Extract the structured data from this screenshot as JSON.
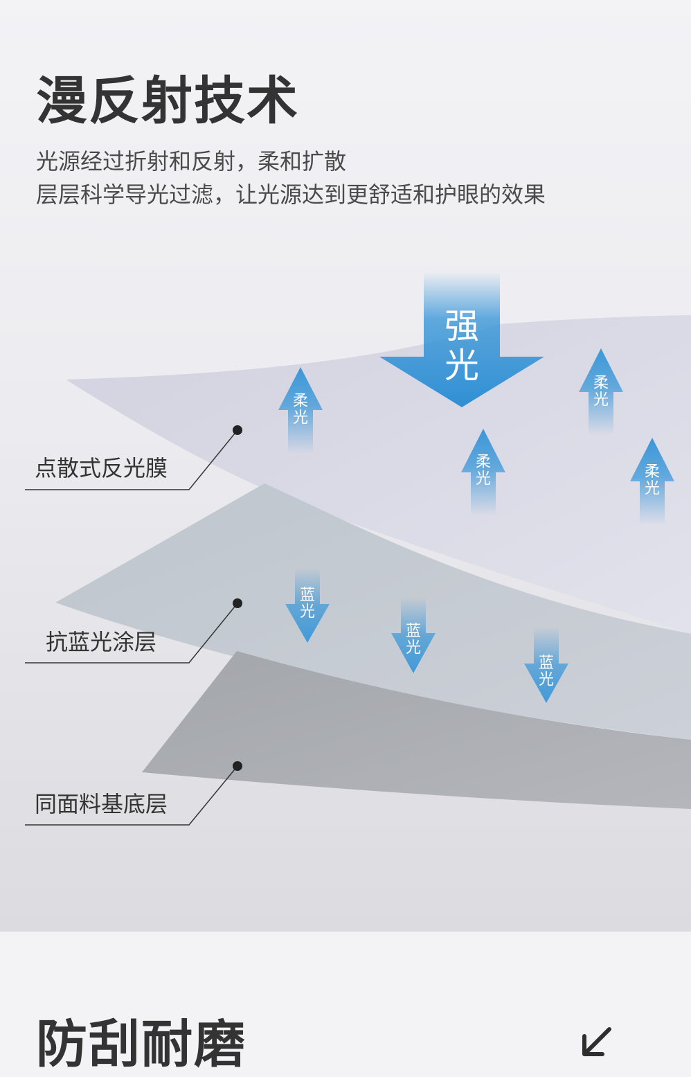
{
  "section1": {
    "title": "漫反射技术",
    "description_line1": "光源经过折射和反射，柔和扩散",
    "description_line2": "层层科学导光过滤，让光源达到更舒适和护眼的效果"
  },
  "diagram": {
    "strong_light": "强光",
    "soft_light": "柔光",
    "blue_light": "蓝光",
    "layers": [
      {
        "label": "点散式反光膜"
      },
      {
        "label": "抗蓝光涂层"
      },
      {
        "label": "同面料基底层"
      }
    ],
    "colors": {
      "arrow_blue": "#3a97d8",
      "layer1": "#d6d6e4",
      "layer2": "#c0c6ce",
      "layer3": "#a9abb1"
    }
  },
  "section2": {
    "title": "防刮耐磨",
    "icon": "arrow-down-left-icon"
  }
}
